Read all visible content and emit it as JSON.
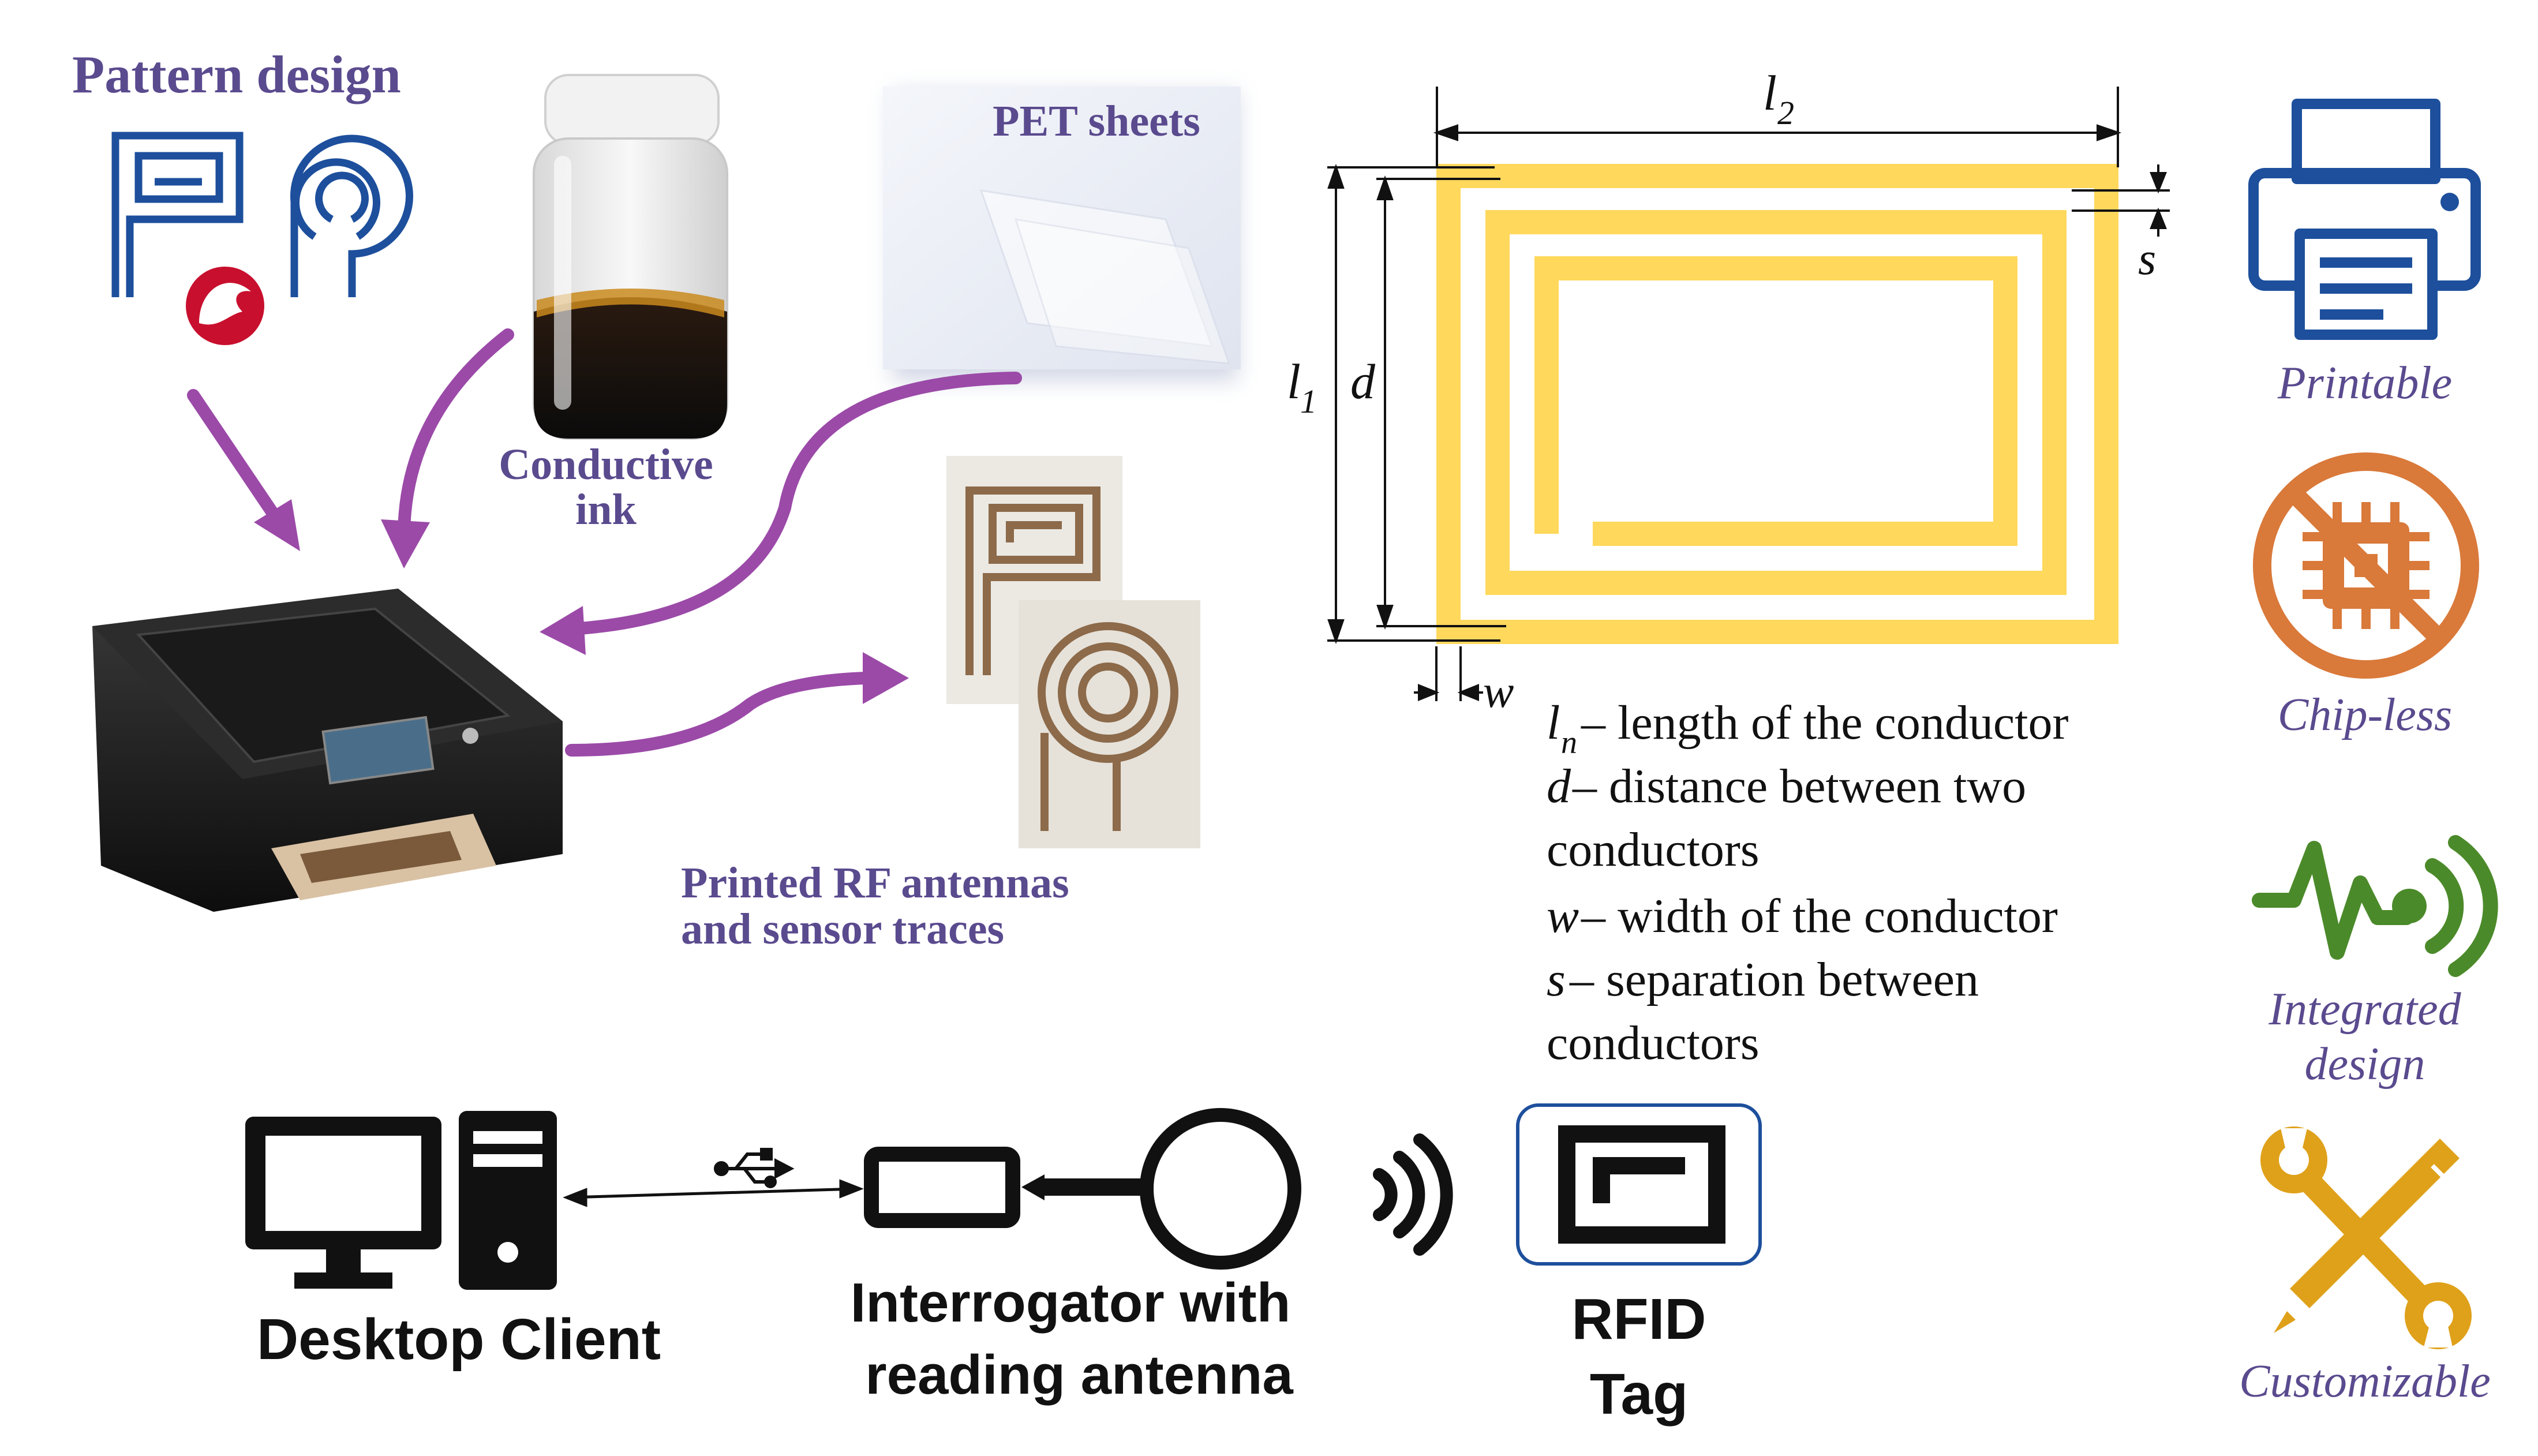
{
  "colors": {
    "purple_text": "#5a4a8e",
    "purple_arrow": "#9b4aa8",
    "navy": "#1d4f9c",
    "antenna_gold": "#ffd85c",
    "chipless_orange": "#d9793a",
    "integrated_green": "#4b8a2a",
    "custom_gold": "#dfa11a",
    "crimson": "#c8102e"
  },
  "inputs": {
    "pattern_design": "Pattern design",
    "conductive_ink": [
      "Conductive",
      "ink"
    ],
    "pet_sheets": "PET sheets",
    "printed_output": [
      "Printed RF antennas",
      "and sensor traces"
    ]
  },
  "geometry_diagram": {
    "l2": "l",
    "l2_sub": "2",
    "l1": "l",
    "l1_sub": "1",
    "d": "d",
    "s": "s",
    "w": "w"
  },
  "legend": {
    "ln_sym": "l",
    "ln_sub": "n",
    "ln_text": " – length of the conductor",
    "d_sym": "d",
    "d_text_1": " – distance between two",
    "d_text_2": "conductors",
    "w_sym": "w",
    "w_text": " – width of the conductor",
    "s_sym": "s",
    "s_text_1": " – separation between",
    "s_text_2": "conductors"
  },
  "features": {
    "printable": "Printable",
    "chipless": "Chip-less",
    "integrated": [
      "Integrated",
      "design"
    ],
    "customizable": "Customizable"
  },
  "system": {
    "desktop_client": "Desktop Client",
    "interrogator": [
      "Interrogator with",
      "reading antenna"
    ],
    "rfid_tag": [
      "RFID",
      "Tag"
    ]
  },
  "icons": {
    "printer": "printer-icon",
    "chip": "crossed-chip-icon",
    "signal": "integrated-signal-icon",
    "tools": "tools-icon",
    "computer": "desktop-computer-icon",
    "usb": "usb-icon",
    "wireless": "wireless-waves-icon"
  }
}
